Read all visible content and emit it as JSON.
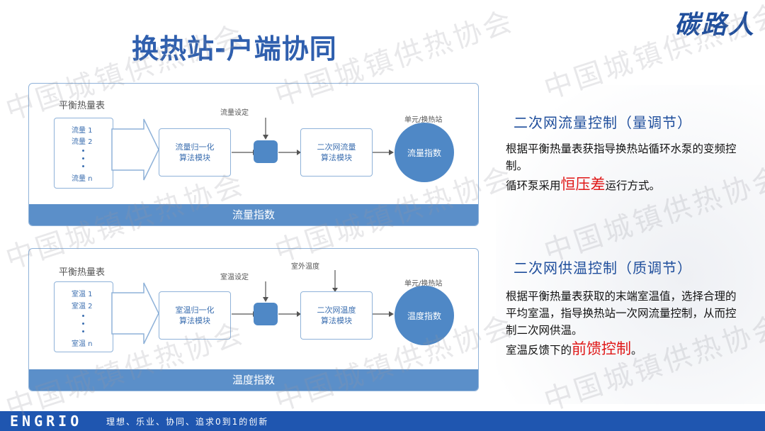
{
  "slide": {
    "title": "换热站-户端协同",
    "logo": "碳路人",
    "watermark": "中国城镇供热协会"
  },
  "panels": [
    {
      "meter_box_title": "平衡热量表",
      "meter_items": [
        "流量 1",
        "流量 2",
        "流量 n"
      ],
      "module1": [
        "流量归一化",
        "算法模块"
      ],
      "setpoint_label": "流量设定",
      "extra_label": "",
      "module2": [
        "二次网流量",
        "算法模块"
      ],
      "station_label": "单元/换热站",
      "circle_label": "流量指数",
      "bar_label": "流量指数"
    },
    {
      "meter_box_title": "平衡热量表",
      "meter_items": [
        "室温 1",
        "室温 2",
        "室温 n"
      ],
      "module1": [
        "室温归一化",
        "算法模块"
      ],
      "setpoint_label": "室温设定",
      "extra_label": "室外温度",
      "module2": [
        "二次网温度",
        "算法模块"
      ],
      "station_label": "单元/换热站",
      "circle_label": "温度指数",
      "bar_label": "温度指数"
    }
  ],
  "right": {
    "section1": {
      "title": "二次网流量控制（量调节）",
      "line1": "根据平衡热量表获指导换热站循环水泵的变频控制。",
      "line2_pre": "循环泵采用",
      "line2_highlight": "恒压差",
      "line2_post": "运行方式。"
    },
    "section2": {
      "title": "二次网供温控制（质调节）",
      "line1": "根据平衡热量表获取的末端室温值，选择合理的平均室温，指导换热站一次网流量控制，从而控制二次网供温。",
      "line2_pre": "室温反馈下的",
      "line2_highlight": "前馈控制",
      "line2_post": "。"
    },
    "highlight_color": "#e01818"
  },
  "footer": {
    "brand": "ENGRIO",
    "slogan": "理想、乐业、协同、追求0到1的创新"
  }
}
